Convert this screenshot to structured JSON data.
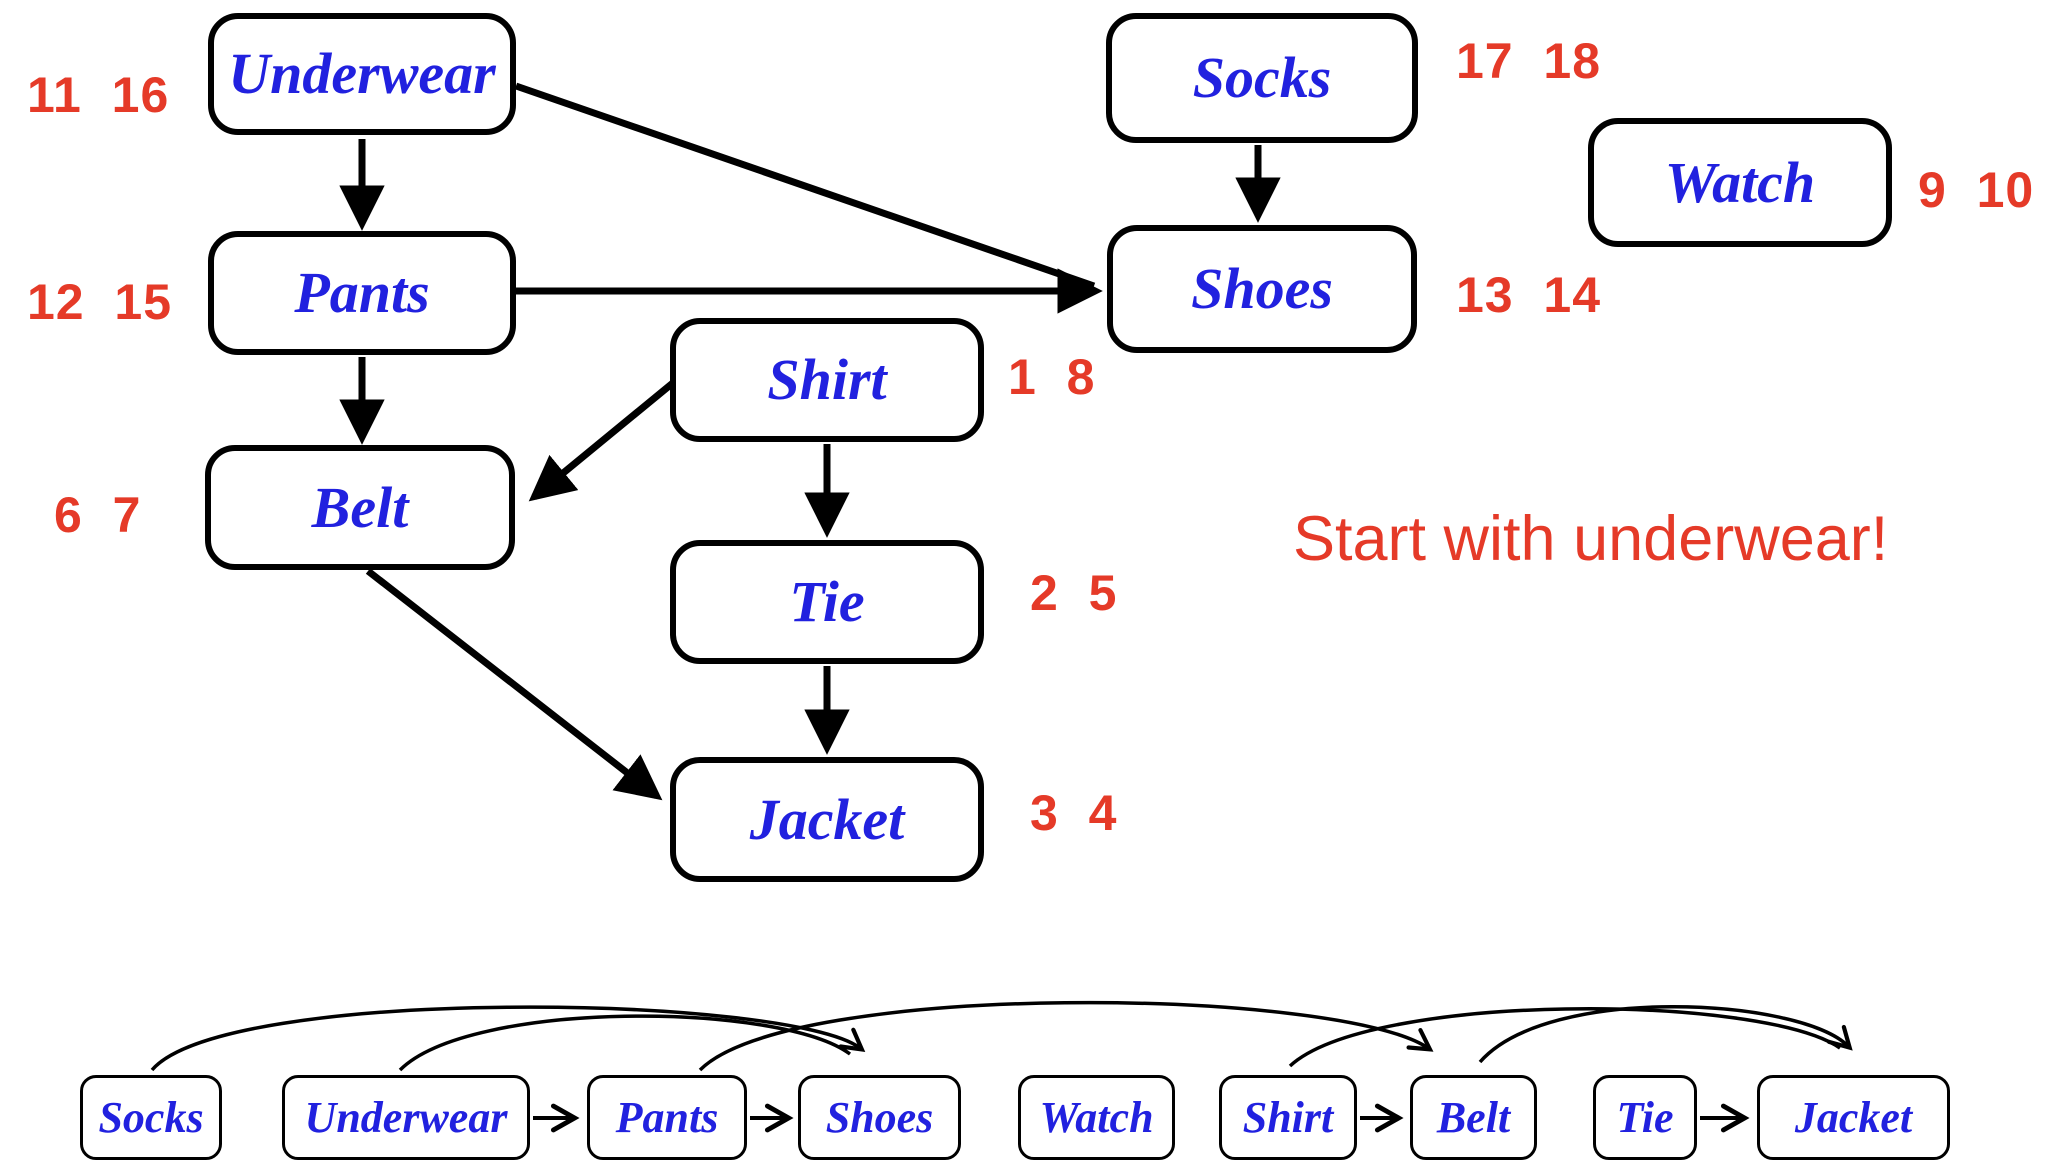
{
  "caption": {
    "text": "Start with underwear!"
  },
  "colors": {
    "node_text": "#2121df",
    "annotation": "#e53a28",
    "edge": "#000000",
    "node_fill": "#ffffff",
    "node_border": "#000000"
  },
  "main_graph": {
    "description": "DFS discovery/finish times on getting-dressed DAG",
    "nodes": [
      {
        "id": "underwear",
        "label": "Underwear",
        "times": "11  16"
      },
      {
        "id": "pants",
        "label": "Pants",
        "times": "12  15"
      },
      {
        "id": "belt",
        "label": "Belt",
        "times": "6  7"
      },
      {
        "id": "shirt",
        "label": "Shirt",
        "times": "1  8"
      },
      {
        "id": "tie",
        "label": "Tie",
        "times": "2  5"
      },
      {
        "id": "jacket",
        "label": "Jacket",
        "times": "3  4"
      },
      {
        "id": "socks",
        "label": "Socks",
        "times": "17  18"
      },
      {
        "id": "shoes",
        "label": "Shoes",
        "times": "13  14"
      },
      {
        "id": "watch",
        "label": "Watch",
        "times": "9  10"
      }
    ],
    "edges": [
      {
        "from": "underwear",
        "to": "pants"
      },
      {
        "from": "underwear",
        "to": "shoes"
      },
      {
        "from": "pants",
        "to": "shoes"
      },
      {
        "from": "pants",
        "to": "belt"
      },
      {
        "from": "shirt",
        "to": "belt"
      },
      {
        "from": "shirt",
        "to": "tie"
      },
      {
        "from": "tie",
        "to": "jacket"
      },
      {
        "from": "belt",
        "to": "jacket"
      },
      {
        "from": "socks",
        "to": "shoes"
      }
    ]
  },
  "topological_order": {
    "nodes": [
      {
        "id": "socks",
        "label": "Socks"
      },
      {
        "id": "underwear",
        "label": "Underwear"
      },
      {
        "id": "pants",
        "label": "Pants"
      },
      {
        "id": "shoes",
        "label": "Shoes"
      },
      {
        "id": "watch",
        "label": "Watch"
      },
      {
        "id": "shirt",
        "label": "Shirt"
      },
      {
        "id": "belt",
        "label": "Belt"
      },
      {
        "id": "tie",
        "label": "Tie"
      },
      {
        "id": "jacket",
        "label": "Jacket"
      }
    ],
    "edges": [
      {
        "from": "underwear",
        "to": "pants",
        "style": "straight"
      },
      {
        "from": "pants",
        "to": "shoes",
        "style": "straight"
      },
      {
        "from": "shirt",
        "to": "belt",
        "style": "straight"
      },
      {
        "from": "tie",
        "to": "jacket",
        "style": "straight"
      },
      {
        "from": "socks",
        "to": "shoes",
        "style": "arc"
      },
      {
        "from": "underwear",
        "to": "shoes",
        "style": "arc"
      },
      {
        "from": "pants",
        "to": "belt",
        "style": "arc"
      },
      {
        "from": "shirt",
        "to": "jacket",
        "style": "arc"
      },
      {
        "from": "belt",
        "to": "jacket",
        "style": "arc"
      }
    ]
  }
}
